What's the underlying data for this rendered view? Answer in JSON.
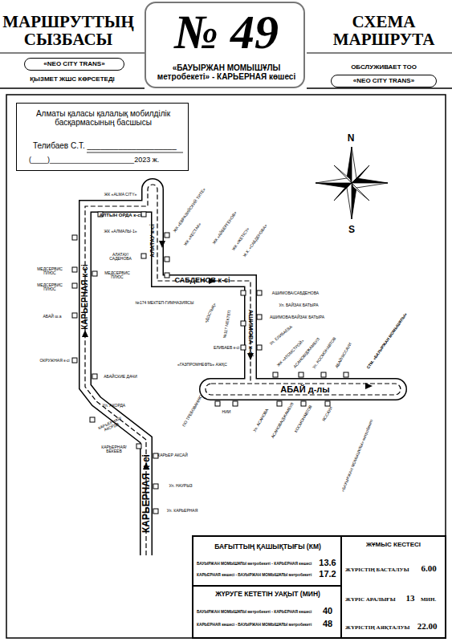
{
  "diagram": {
    "nodes": [
      {
        "text": [
          "№ 49",
          "«БАУЫРЖАН МОМЫШҰЛЫ метробекеті» - КАРЬЕРНАЯ көшесі"
        ]
      },
      {
        "text": [
          "«NEO CITY TRANS»"
        ]
      },
      {
        "text": [
          "«NEO CITY TRANS»"
        ]
      },
      {
        "text": [
          "Алматы қаласы қалалық мобилділік басқармасының басшысы",
          "Телибаев С.Т. ____________________",
          "(____)_____________________2023 ж."
        ]
      },
      {
        "text": [
          "БАҒЫТТЫҢ ҚАШЫҚТЫҒЫ (КМ)",
          "БАУЫРЖАН МОМЫШҰЛЫ метробекеті - КАРЬЕРНАЯ көшесі",
          "13.6",
          "КАРЬЕРНАЯ көшесі - БАУЫРЖАН МОМЫШҰЛЫ метробекеті",
          "17.2"
        ]
      },
      {
        "text": [
          "ЖҮРУГЕ КЕТЕТІН УАҚЫТ (МИН)",
          "БАУЫРЖАН МОМЫШҰЛЫ метробекеті - КАРЬЕРНАЯ көшесі",
          "40",
          "КАРЬЕРНАЯ көшесі - БАУЫРЖАН МОМЫШҰЛЫ метробекеті",
          "48"
        ]
      },
      {
        "text": [
          "ЖҰМЫС КЕСТЕСІ",
          "ЖҮРІСТІҢ БАСТАЛУЫ",
          "6.00",
          "ЖҮРІС АРАЛЫҒЫ",
          "13",
          "МИН.",
          "ЖҮРІСТІҢ АЯҚТАЛУЫ",
          "22.00"
        ]
      }
    ],
    "labels": [
      "МАРШРУТТЫҢ СЫЗБАСЫ",
      "ҚЫЗМЕТ ЖШС КӨРСЕТЕДІ",
      "СХЕМА МАРШРУТА",
      "ОБСЛУЖИВАЕТ ТОО",
      "N",
      "S",
      "ЖК «ALMA CITY»",
      "АЛТЫН ОРДА к-сі",
      "ЖК «АЛМАЛЫ-1»",
      "АЛАТАУ/ САДЕНОВА",
      "АЛАТАУ к-сі",
      "ЖК «ЕВРАЗИЙСКИЙ ТИТЕ»",
      "ЖК «КЕСТАК»",
      "ЖК «АЙБЕРГЕНОВ»",
      "ЖК «ЖЕТІСУ»",
      "Ж.К. «САБДЕНОВА»",
      "САБДЕНОВ к-сі",
      "№174 МЕКТЕП-ГИМНАЗИЯСЫ",
      "АШИМОВА/САБДЕНОВА",
      "Ул. БАЙЗАК БАТЫРА",
      "АШИМОВА/БАЙЗАК БАТЫРА",
      "АШИМОВА к-сі",
      "«ДОСТЫҚ»",
      "№117 МЕКТЕП",
      "ЕЛИБАЕВ к-сі",
      "«ГАЗПРОМНЕФТЬ» АЖҚС",
      "Ул. ЕЛИБАЕВА",
      "ЖК «АТОМСТРОЙ»",
      "АСАНОВ/ДЖАМБУЛ",
      "Ул. КОСМОНАВТОВ",
      "АБАЙ/ЯССАУИ",
      "СТМ. «БАУЫРЖАН МОМЫШҰЛЫ»",
      "АБАЙ д-лы",
      "ПО ТРЕБОВАНИЮ",
      "НИИ",
      "Ул. АСАНОВА",
      "АСАНОВА/ДЖАМБУЛ",
      "КОСМОНАВТОВ",
      "ЯССАУИ",
      "«БАУЫРЖАН МОМЫШҰЛЫ» метробекеті",
      "КАРЬЕРНАЯ к-сі",
      "МЕДСЕРВИС ПЛЮС",
      "МЕДСЕРВИС ПЛЮС",
      "МЕДСЕРВИС ПЛЮС",
      "АБАЙ ш.а",
      "ОКРУЖНАЯ к-сі",
      "АБАЙСКИЕ ДАЧИ",
      "Ул. АКОРДА",
      "КАРЬЕРНАЯ/ АКОРДА",
      "КАРЬЕРНАЯ/ БЕКЕЕВ",
      "КАРЬЕР АКСАЙ",
      "КАРЬЕРНАЯ к-сі",
      "Ул. НАУРЫЗ",
      "Ул. КАРЬЕРНАЯ"
    ]
  }
}
